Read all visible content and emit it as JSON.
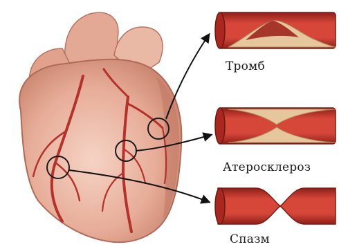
{
  "labels": {
    "thrombus": "Тромб",
    "atherosclerosis": "Атеросклероз",
    "spasm": "Спазм"
  },
  "colors": {
    "heart_base": "#e9b7a6",
    "heart_shadow": "#c98471",
    "artery": "#b5312b",
    "vessel_wall": "#c0392b",
    "vessel_lumen": "#d9402f",
    "plaque": "#e8c9a0",
    "arrow": "#111111"
  }
}
